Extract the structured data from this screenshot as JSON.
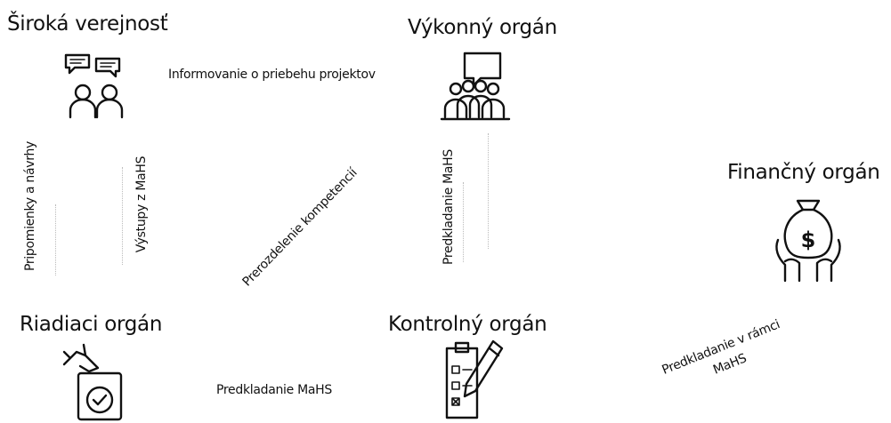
{
  "nodes": {
    "public": {
      "title": "Široká verejnosť",
      "icon": "people-speech-icon"
    },
    "executive": {
      "title": "Výkonný orgán",
      "icon": "group-meeting-icon"
    },
    "financial": {
      "title": "Finančný orgán",
      "icon": "money-bag-hands-icon"
    },
    "managing": {
      "title": "Riadiaci orgán",
      "icon": "hand-vote-icon"
    },
    "control": {
      "title": "Kontrolný orgán",
      "icon": "checklist-pen-icon"
    }
  },
  "edges": {
    "informing": "Informovanie o priebehu projektov",
    "comments": "Pripomienky a návrhy",
    "outputs": "Výstupy z MaHS",
    "redistribution": "Prerozdelenie kompetencií",
    "submitting_vertical": "Predkladanie MaHS",
    "submitting_horizontal": "Predkladanie MaHS",
    "submitting_within_1": "Predkladanie v rámci",
    "submitting_within_2": "MaHS"
  }
}
